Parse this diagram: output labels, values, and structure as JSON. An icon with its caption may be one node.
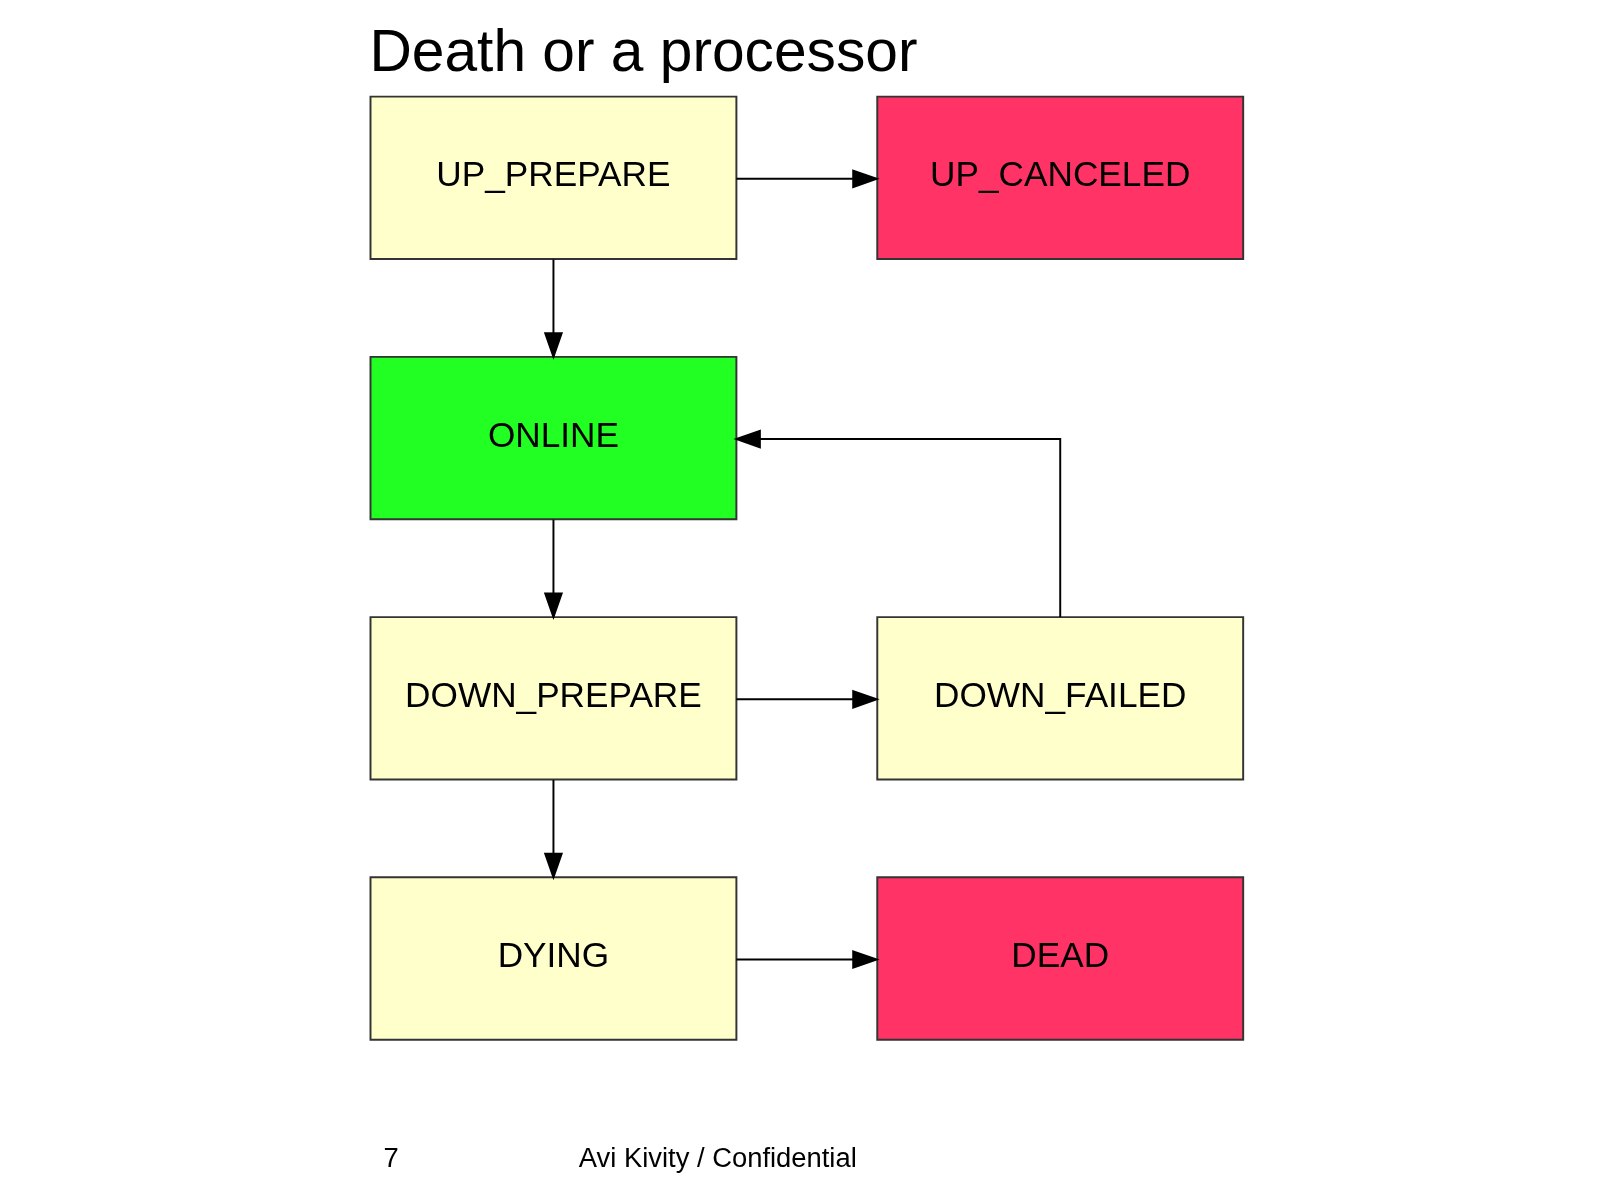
{
  "diagram": {
    "title": "Death or a processor",
    "nodes": [
      {
        "text": [
          "UP_PREPARE"
        ]
      },
      {
        "text": [
          "UP_CANCELED"
        ]
      },
      {
        "text": [
          "ONLINE"
        ]
      },
      {
        "text": [
          "DOWN_PREPARE"
        ]
      },
      {
        "text": [
          "DOWN_FAILED"
        ]
      },
      {
        "text": [
          "DYING"
        ]
      },
      {
        "text": [
          "DEAD"
        ]
      }
    ],
    "edges": [
      {
        "from": 0,
        "to": 1,
        "arrow": "to"
      },
      {
        "from": 0,
        "to": 2,
        "arrow": "to"
      },
      {
        "from": 2,
        "to": 3,
        "arrow": "to"
      },
      {
        "from": 3,
        "to": 4,
        "arrow": "to"
      },
      {
        "from": 4,
        "to": 2,
        "arrow": "to"
      },
      {
        "from": 3,
        "to": 5,
        "arrow": "to"
      },
      {
        "from": 5,
        "to": 6,
        "arrow": "to"
      }
    ],
    "labels": [
      "7",
      "Avi Kivity / Confidential"
    ]
  }
}
